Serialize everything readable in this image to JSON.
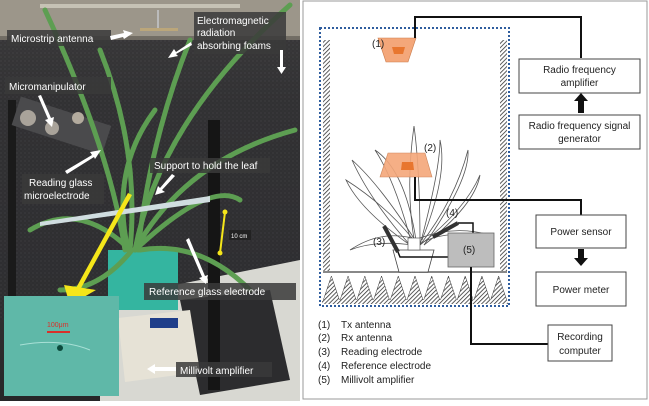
{
  "photo": {
    "labels": {
      "microstrip_antenna": "Microstrip antenna",
      "em_foams_line1": "Electromagnetic",
      "em_foams_line2": "radiation",
      "em_foams_line3": "absorbing foams",
      "micromanipulator": "Micromanipulator",
      "reading_electrode_line1": "Reading glass",
      "reading_electrode_line2": "microelectrode",
      "support_leaf": "Support to hold the leaf",
      "scale_10cm": "10 cm",
      "reference_electrode": "Reference glass electrode",
      "millivolt_amplifier": "Millivolt amplifier",
      "inset_scale": "100μm"
    },
    "colors": {
      "label_text": "#ffffff",
      "arrow": "#ffffff",
      "pointer": "#f5e61a",
      "inset_bg": "#5fb8a8",
      "scale_bar": "#d9302a"
    }
  },
  "diagram": {
    "markers": {
      "tx": "(1)",
      "rx": "(2)",
      "reading": "(3)",
      "reference": "(4)",
      "amplifier": "(5)"
    },
    "boxes": {
      "rf_amplifier_line1": "Radio frequency",
      "rf_amplifier_line2": "amplifier",
      "rf_generator_line1": "Radio frequency signal",
      "rf_generator_line2": "generator",
      "power_sensor": "Power sensor",
      "power_meter": "Power meter",
      "recording_line1": "Recording",
      "recording_line2": "computer"
    },
    "legend": [
      {
        "num": "(1)",
        "text": "Tx antenna"
      },
      {
        "num": "(2)",
        "text": "Rx antenna"
      },
      {
        "num": "(3)",
        "text": "Reading electrode"
      },
      {
        "num": "(4)",
        "text": "Reference electrode"
      },
      {
        "num": "(5)",
        "text": "Millivolt amplifier"
      }
    ],
    "colors": {
      "antenna": "#f4a77a",
      "antenna_inner": "#e8762f",
      "amplifier_box": "#bdbdbd",
      "chamber_border": "#2f5d9e",
      "wire": "#111111"
    }
  }
}
